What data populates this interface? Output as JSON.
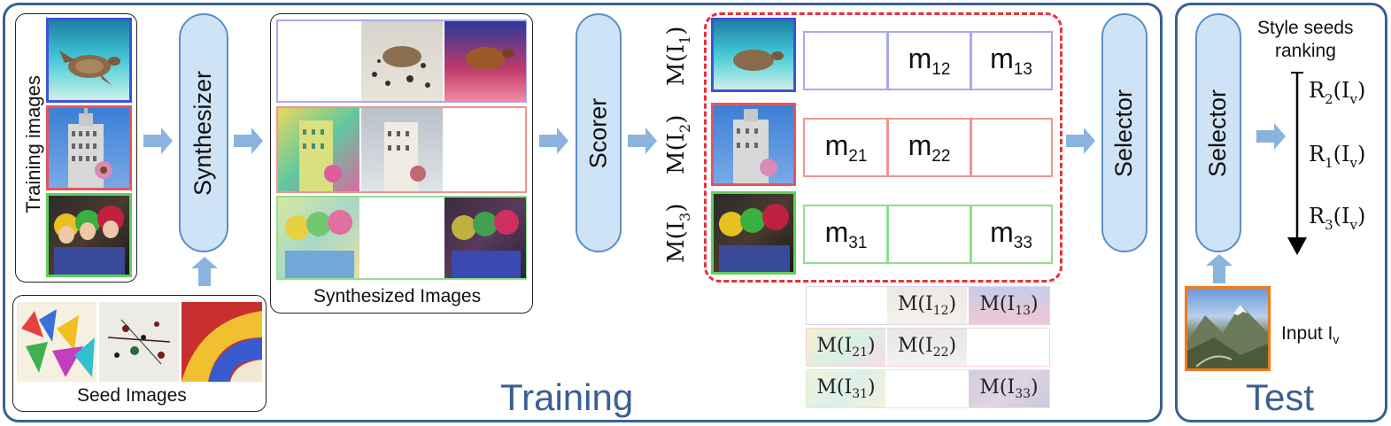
{
  "colors": {
    "panel_border": "#3a5f94",
    "pill_fill": "#cfe3f7",
    "pill_border": "#5a8fc4",
    "blue": "#3f51d8",
    "red": "#e8545a",
    "green": "#5ed05a",
    "light_blue": "#a9a8ee",
    "light_red": "#f19393",
    "light_green": "#8fe08a",
    "dashed_red": "#e8303a",
    "orange": "#f07a1a",
    "section_title": "#3a5f94"
  },
  "training": {
    "title": "Training",
    "training_images_label": "Training images",
    "synthesizer_label": "Synthesizer",
    "seed_images_label": "Seed Images",
    "synthesized_images_label": "Synthesized Images",
    "scorer_label": "Scorer",
    "selector_label": "Selector",
    "row_labels": [
      {
        "base": "M(I",
        "sub": "1",
        "close": ")"
      },
      {
        "base": "M(I",
        "sub": "2",
        "close": ")"
      },
      {
        "base": "M(I",
        "sub": "3",
        "close": ")"
      }
    ],
    "matrix": [
      [
        {
          "base": "",
          "sub": ""
        },
        {
          "base": "m",
          "sub": "12"
        },
        {
          "base": "m",
          "sub": "13"
        }
      ],
      [
        {
          "base": "m",
          "sub": "21"
        },
        {
          "base": "m",
          "sub": "22"
        },
        {
          "base": "",
          "sub": ""
        }
      ],
      [
        {
          "base": "m",
          "sub": "31"
        },
        {
          "base": "",
          "sub": ""
        },
        {
          "base": "m",
          "sub": "33"
        }
      ]
    ],
    "small_matrix": [
      [
        "",
        "M(I|12|)",
        "M(I|13|)"
      ],
      [
        "M(I|21|)",
        "M(I|22|)",
        ""
      ],
      [
        "M(I|31|)",
        "",
        "M(I|33|)"
      ]
    ]
  },
  "test": {
    "title": "Test",
    "selector_label": "Selector",
    "ranking_title_line1": "Style seeds",
    "ranking_title_line2": "ranking",
    "ranking": [
      {
        "base": "R",
        "sub1": "2",
        "mid": "(I",
        "sub2": "v",
        "close": ")"
      },
      {
        "base": "R",
        "sub1": "1",
        "mid": "(I",
        "sub2": "v",
        "close": ")"
      },
      {
        "base": "R",
        "sub1": "3",
        "mid": "(I",
        "sub2": "v",
        "close": ")"
      }
    ],
    "input_label": "Input I",
    "input_sub": "v"
  }
}
